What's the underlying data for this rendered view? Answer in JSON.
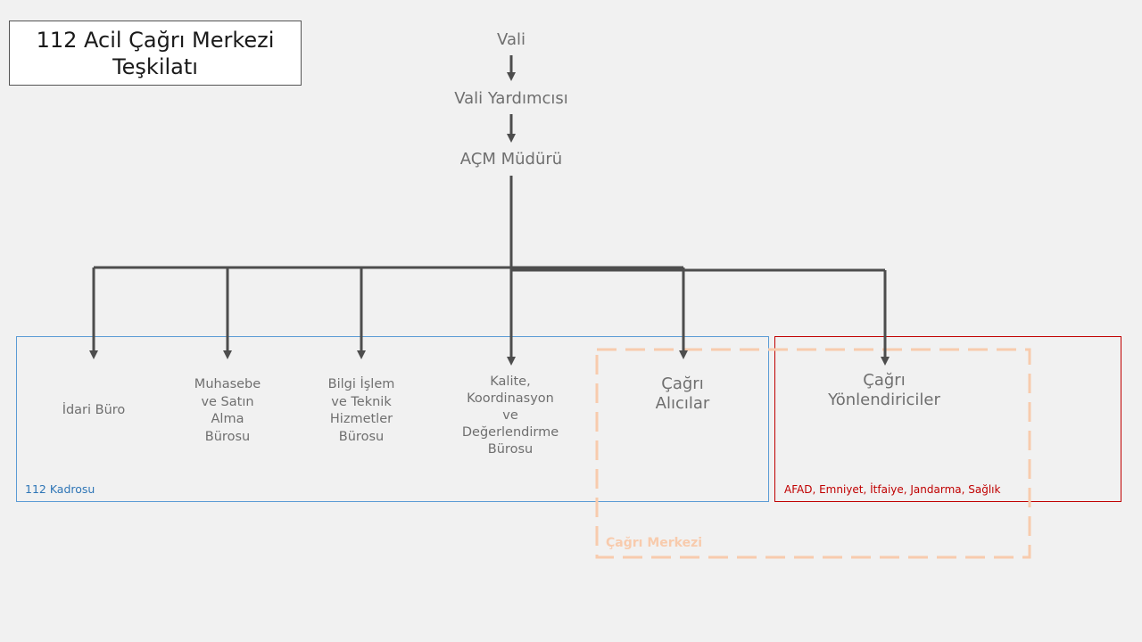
{
  "title": {
    "line1": "112 Acil Çağrı Merkezi",
    "line2": "Teşkilatı"
  },
  "hierarchy": {
    "vali": "Vali",
    "vali_yardimcisi": "Vali Yardımcısı",
    "acm_muduru": "AÇM Müdürü"
  },
  "units": [
    {
      "lines": [
        "İdari Büro"
      ]
    },
    {
      "lines": [
        "Muhasebe",
        "ve Satın",
        "Alma",
        "Bürosu"
      ]
    },
    {
      "lines": [
        "Bilgi İşlem",
        "ve Teknik",
        "Hizmetler",
        "Bürosu"
      ]
    },
    {
      "lines": [
        "Kalite,",
        "Koordinasyon",
        "ve",
        "Değerlendirme",
        "Bürosu"
      ]
    },
    {
      "lines": [
        "Çağrı",
        "Alıcılar"
      ]
    },
    {
      "lines": [
        "Çağrı",
        "Yönlendiriciler"
      ]
    }
  ],
  "groups": {
    "kadro": "112 Kadrosu",
    "kurumlar": "AFAD, Emniyet, İtfaiye, Jandarma, Sağlık",
    "cagri_merkezi": "Çağrı Merkezi"
  },
  "colors": {
    "line": "#4d4d4d",
    "kadro": "#5b9bd5",
    "kurumlar": "#c00000",
    "cagri_merkezi": "#f8cbad"
  }
}
